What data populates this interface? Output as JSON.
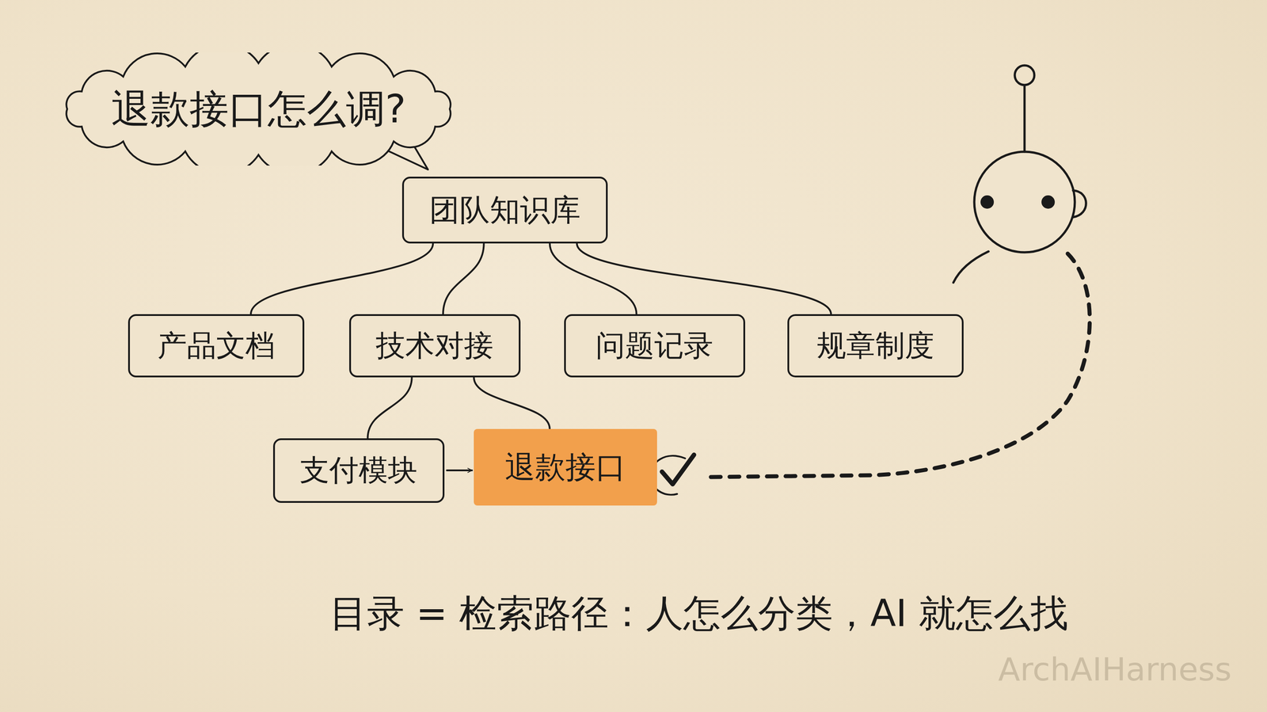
{
  "diagram": {
    "caption": "目录 = 检索路径：人怎么分类，AI 就怎么找",
    "nodes": [
      {
        "text": [
          "退款接口怎么调?"
        ]
      },
      {
        "text": [
          "团队知识库"
        ]
      },
      {
        "text": [
          "产品文档"
        ]
      },
      {
        "text": [
          "技术对接"
        ]
      },
      {
        "text": [
          "问题记录"
        ]
      },
      {
        "text": [
          "规章制度"
        ]
      },
      {
        "text": [
          "支付模块"
        ]
      },
      {
        "text": [
          "退款接口"
        ]
      }
    ],
    "edges": [
      {
        "from": 1,
        "to": 2,
        "arrow": "none"
      },
      {
        "from": 1,
        "to": 3,
        "arrow": "none"
      },
      {
        "from": 1,
        "to": 4,
        "arrow": "none"
      },
      {
        "from": 1,
        "to": 5,
        "arrow": "none"
      },
      {
        "from": 3,
        "to": 6,
        "arrow": "none"
      },
      {
        "from": 3,
        "to": 7,
        "arrow": "none"
      },
      {
        "from": 6,
        "to": 7,
        "arrow": "to"
      }
    ],
    "labels": [
      "ArchAIHarness"
    ]
  }
}
